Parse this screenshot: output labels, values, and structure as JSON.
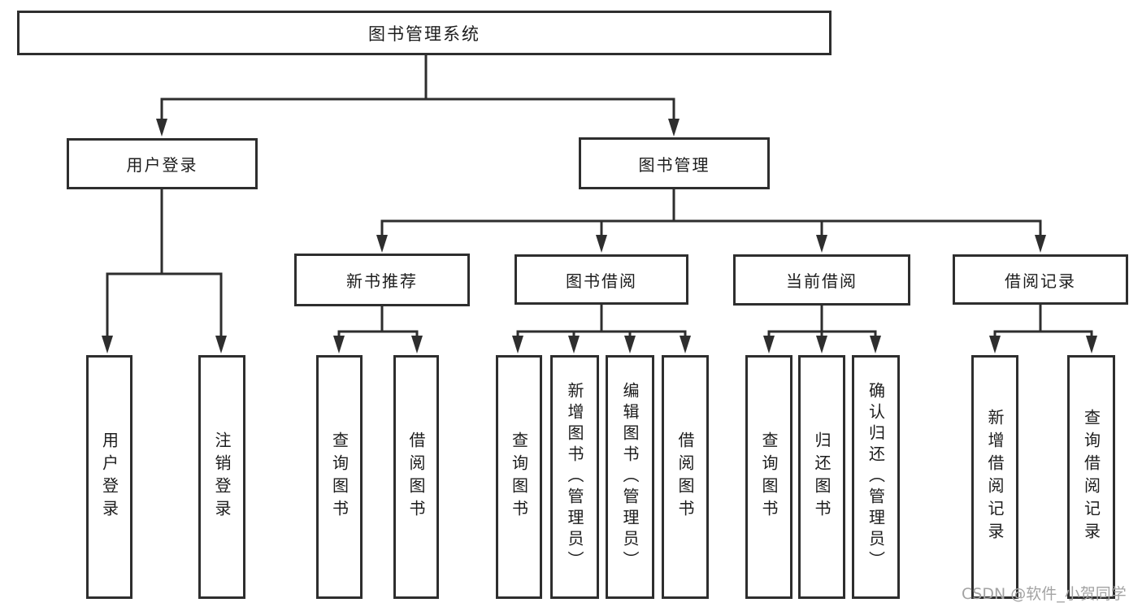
{
  "diagram_title": "图书管理系统",
  "tree": {
    "root": {
      "label": "图书管理系统"
    },
    "branches": [
      {
        "label": "用户登录",
        "children": [
          {
            "label": "用户登录"
          },
          {
            "label": "注销登录"
          }
        ]
      },
      {
        "label": "图书管理",
        "children": [
          {
            "label": "新书推荐",
            "children": [
              {
                "label": "查询图书"
              },
              {
                "label": "借阅图书"
              }
            ]
          },
          {
            "label": "图书借阅",
            "children": [
              {
                "label": "查询图书"
              },
              {
                "label": "新增图书（管理员）"
              },
              {
                "label": "编辑图书（管理员）"
              },
              {
                "label": "借阅图书"
              }
            ]
          },
          {
            "label": "当前借阅",
            "children": [
              {
                "label": "查询图书"
              },
              {
                "label": "归还图书"
              },
              {
                "label": "确认归还（管理员）"
              }
            ]
          },
          {
            "label": "借阅记录",
            "children": [
              {
                "label": "新增借阅记录"
              },
              {
                "label": "查询借阅记录"
              }
            ]
          }
        ]
      }
    ]
  },
  "watermark": {
    "text": "CSDN @软件_小贺同学"
  },
  "colors": {
    "line": "#2e2e2e",
    "box_border": "#2e2e2e",
    "box_fill": "#ffffff",
    "text": "#1c1c1c",
    "watermark": "#a3a3a3",
    "background": "#ffffff"
  }
}
